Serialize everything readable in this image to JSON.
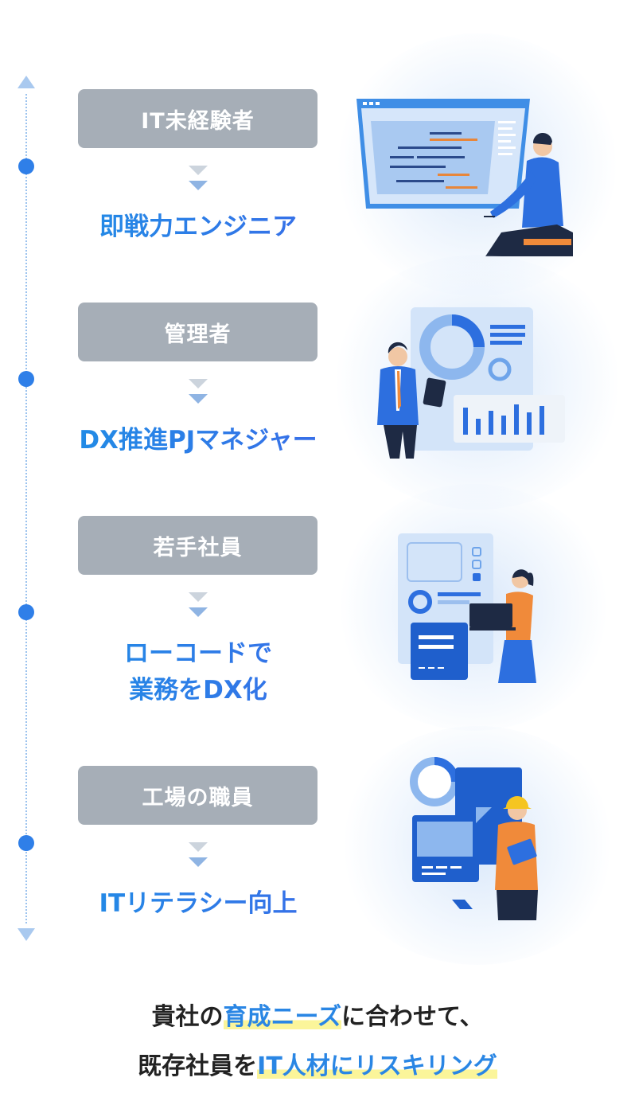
{
  "sections": [
    {
      "from": "IT未経験者",
      "to": [
        "即戦力エンジニア"
      ]
    },
    {
      "from": "管理者",
      "to": [
        "DX推進PJマネジャー"
      ]
    },
    {
      "from": "若手社員",
      "to": [
        "ローコードで",
        "業務をDX化"
      ]
    },
    {
      "from": "工場の職員",
      "to": [
        "ITリテラシー向上"
      ]
    }
  ],
  "bottom": {
    "line1": {
      "pre": "貴社の",
      "highlight": "育成ニーズ",
      "post": "に合わせて、"
    },
    "line2": {
      "pre": "既存社員を",
      "highlight": "IT人材にリスキリング",
      "post": ""
    }
  },
  "icons": {
    "section1": "engineer-monitor-illustration",
    "section2": "manager-dashboard-illustration",
    "section3": "young-employee-laptop-illustration",
    "section4": "factory-worker-illustration"
  },
  "colors": {
    "accent": "#2a86e4",
    "label_bg": "#a6aeb7",
    "highlight": "#fbf59a",
    "timeline": "#2f7fe8"
  }
}
